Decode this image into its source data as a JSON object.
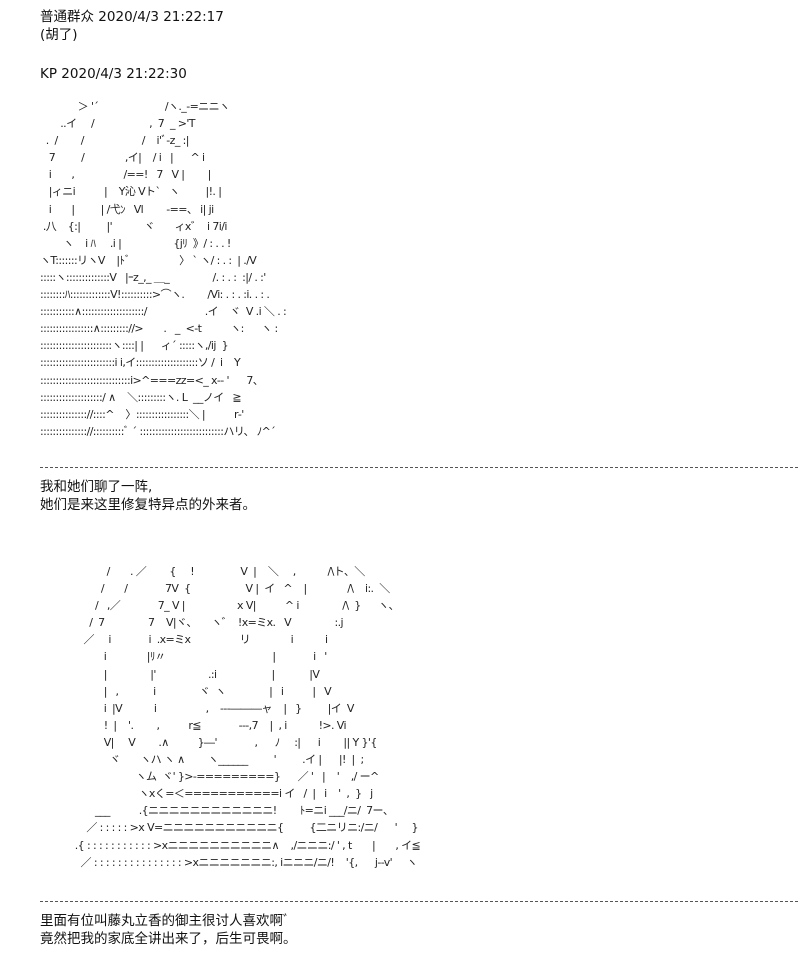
{
  "posts": [
    {
      "author": "普通群众",
      "timestamp": "2020/4/3 21:22:17",
      "text": "(胡了)"
    },
    {
      "author": "KP",
      "timestamp": "2020/4/3 21:22:30",
      "art1": "             ＞ '´                       /ヽ._-=ニニヽ\n       ..イ     /                   ,  7  _ >'T\n  .  /        /                    /    i'ﾞ-z_ :|\n   7         /              ,イ|    / i   |      ^ i\n   i       ,                 /==!   7   V |        |\n   |ィニi          |    Y沁 Vト`   ヽ         |!. |\n   i       |         | /弋ﾝ   Vl        -==、 i| ji\n .八    {:|         |'           ヾ       ィx゛  i 7i/i\n        ヽ    i ﾊ     .i |                  {jﾘ  》/ : . . !\nヽT:::::::リヽV    |ﾄﾞ                 〉 ` ヽ/ : . :  | ./V\n:::::ヽ::::::::::::::V   |ｰz_,_ ＿_               /. : . :  :|/ . :'\n::::::::ﾊ:::::::::::::V!::::::::::>⌒ヽ.        /Vi: . : . :i. . : .\n:::::::::::∧::::::::::::::::::::/                    .イ    ヾ  V .i ＼ . :\n:::::::::::::::::∧::::::::://>       .   _  <-t          ヽ:      ヽ :\n:::::::::::::::::::::::ヽ::::| |      ィ´ :::::ヽ,/ij  }\n::::::::::::::::::::::::i i,イ::::::::::::::::::::ソ /  i    Y\n:::::::::::::::::::::::::::::i>^===zz=<_ x-- '      7、\n::::::::::::::::::::/ ∧    ＼:::::::::ヽ. L  __ノイ   ≧\n::::::::::::::://::::^    〉:::::::::::::::::＼ |          r‐'\n::::::::::::::://::::::::::ﾞ ´ :::::::::::::::::::::::::::ハリ、 ﾉ^´",
      "text1": "我和她们聊了一阵,\n她们是来这里修复特异点的外来者。",
      "art2": "                       /       . ／        {     !                V  |    ＼     ,           /\\ト、＼\n                     /       /             7V  {                   V |  イ   ^    |              /\\    i:.  ＼\n                   /   ,／             7_ V |                  x V|          ^ i               /\\  }      ヽ、\n                 /  7               7    V|ヾ、     ヽ゛  !x=ミx.   V               :.j\n               ／     i             i  .x=ミx                 リ              i           i\n                      i              |ﾘ〃                                     |             i   '\n                      |               |'                  .:i                   |            |V\n                      |   ,            i               ヾ  ヽ               |   i          |   V\n                      i  |V           i                 ,    ---―――ャ    |   }         |イ  V\n                      !  |    '.        ,          r≦             ---,7    |  , i           !>. Vi\n                      V|     V        .∧          }―'             ,      ﾉ     :|      i        || Y }'{\n                        ヾ       ヽハ ヽ ∧        ヽ______         '         .イ |      |!  |  ;\n                                 ヽム  ヾ' }>-=========}      ／ '   |    '    ,/ ー^\n                                  ヽxく=＜===========i イ   /  |   i    '  ,  }   j\n                   ___          .{ニニニニニニニニニニニニ!        ﾄ=ニi ___/ニ/  7ー、\n                ／ : : : : : >x V=ニニニニニニニニニニニ{         {二ニリニ:/ニ/      '     }\n            .{ : : : : : : : : : : : >xニニニニニニニニニニ∧    ,/ニニニ:/ ' , t       |       , イ≦\n              ／ : : : : : : : : : : : : : : : >xニニニニニニニ:, iニニニ/ニ/!    '{,      j--v'     ヽ",
      "text2": "里面有位叫藤丸立香的御主很讨人喜欢啊ﾞ\n竟然把我的家底全讲出来了，后生可畏啊。"
    }
  ]
}
